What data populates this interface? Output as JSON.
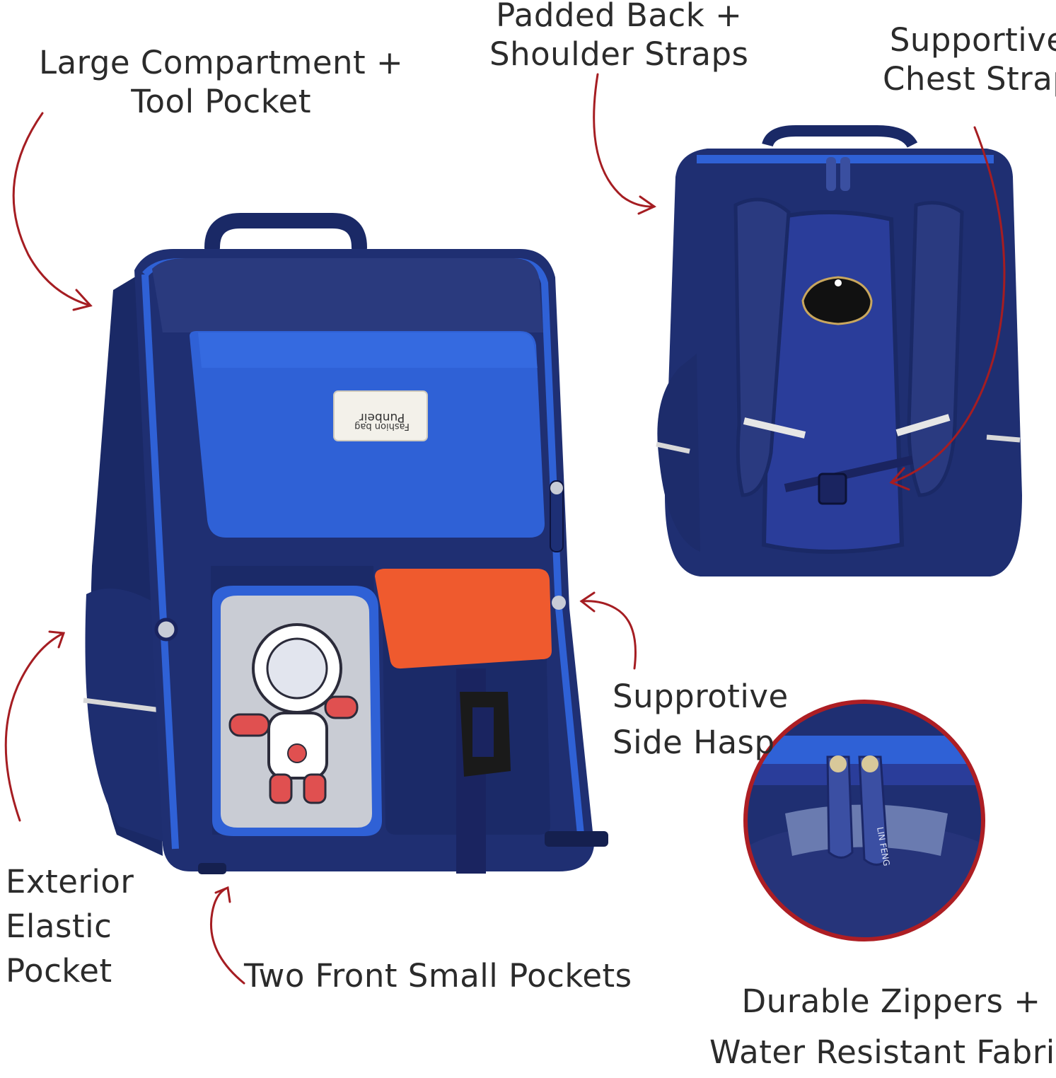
{
  "labels": {
    "large_compartment": {
      "line1": "Large Compartment +",
      "line2": "Tool Pocket"
    },
    "padded_back": {
      "line1": "Padded Back +",
      "line2": "Shoulder Straps"
    },
    "chest_strap": {
      "line1": "Supportive",
      "line2": "Chest Strap"
    },
    "side_hasp": {
      "line1": "Supprotive",
      "line2": "Side Hasp"
    },
    "elastic_pocket": {
      "line1": "Exterior",
      "line2": "Elastic",
      "line3": "Pocket"
    },
    "front_pockets": {
      "line1": "Two Front Small Pockets"
    },
    "zippers": {
      "line1": "Durable Zippers +",
      "line2": "Water Resistant Fabric"
    }
  },
  "product_tags": {
    "brand_line1": "Punbeir",
    "brand_line2": "Fashion bag",
    "zipper_pull": "LIN FENG"
  },
  "colors": {
    "navy": "#1d2c6b",
    "royal_blue": "#2f61d6",
    "orange": "#ef5a2e",
    "arrow_red": "#a51d22",
    "text": "#2b2b2b"
  }
}
